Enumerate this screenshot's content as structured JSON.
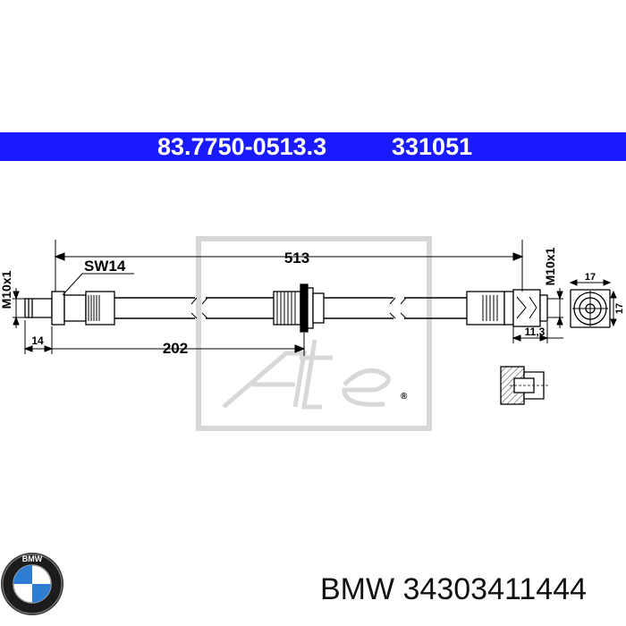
{
  "header": {
    "part_number": "83.7750-0513.3",
    "ate_number": "331051",
    "bg_color": "#1a1aff"
  },
  "drawing": {
    "total_length": "513",
    "wrench_size": "SW14",
    "left_thread": "M10x1",
    "right_thread": "M10x1",
    "left_fitting_length": "14",
    "bracket_distance": "202",
    "right_fitting_length": "11,3",
    "hex_width_top": "17",
    "hex_width_side": "17"
  },
  "watermark": {
    "brand": "Ate"
  },
  "footer": {
    "brand": "BMW",
    "part_number": "34303411444",
    "logo_letters": "BMW"
  }
}
